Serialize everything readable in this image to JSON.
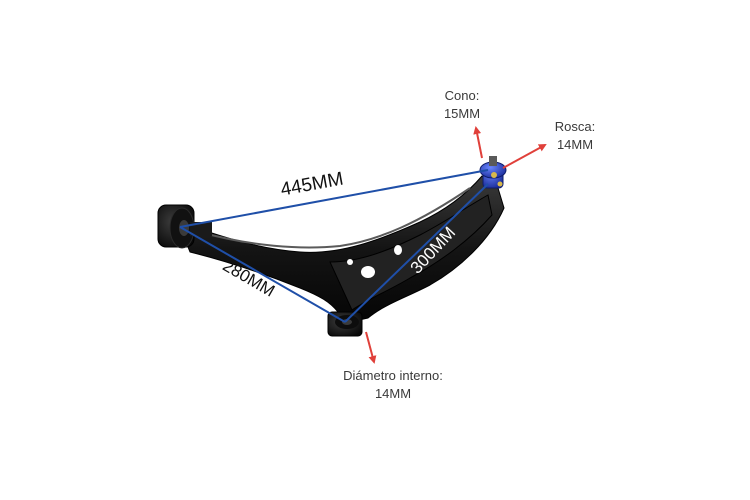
{
  "dimensions": {
    "total_length": "445MM",
    "front_length": "280MM",
    "rear_length": "300MM"
  },
  "callouts": {
    "cono": {
      "title": "Cono:",
      "value": "15MM"
    },
    "rosca": {
      "title": "Rosca:",
      "value": "14MM"
    },
    "diametro_interno": {
      "title": "Diámetro interno:",
      "value": "14MM"
    }
  },
  "colors": {
    "dimension_line": "#1f4fa8",
    "arrow": "#e0403a",
    "part_body": "#1a1a1a",
    "ball_joint": "#2b4fc7",
    "label_text": "#3a3a3a"
  },
  "icons": {
    "part": "control-arm-photo",
    "arrow": "red-arrow"
  }
}
